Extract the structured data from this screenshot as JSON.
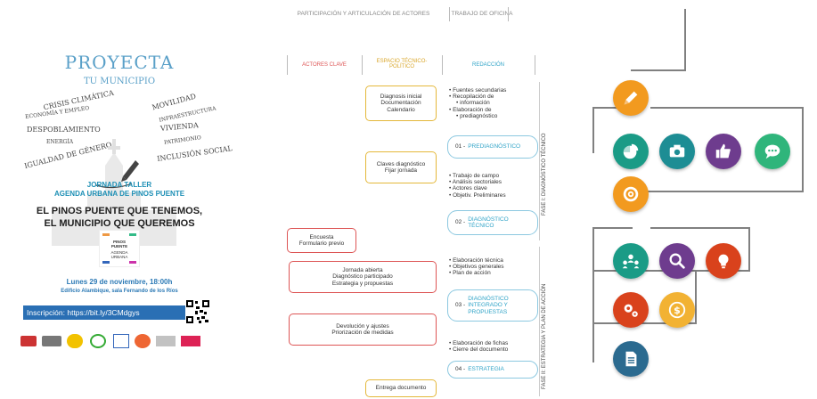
{
  "poster": {
    "title": "PROYECTA",
    "subtitle": "TU MUNICIPIO",
    "words": [
      "CRISIS CLIMÁTICA",
      "ECONOMÍA Y EMPLEO",
      "DESPOBLAMIENTO",
      "MOVILIDAD",
      "INFRAESTRUCTURA",
      "VIVIENDA",
      "PATRIMONIO",
      "IGUALDAD DE GÉNERO",
      "INCLUSIÓN SOCIAL",
      "ENERGÍA"
    ],
    "jornada_line1": "JORNADA TALLER",
    "jornada_line2": "AGENDA URBANA DE PINOS PUENTE",
    "tagline_line1": "EL PINOS PUENTE QUE TENEMOS,",
    "tagline_line2": "EL MUNICIPIO QUE QUEREMOS",
    "logo_line1": "PINOS",
    "logo_line2": "PUENTE",
    "logo_line3": "AGENDA",
    "logo_line4": "URBANA",
    "date": "Lunes 29 de noviembre, 18:00h",
    "venue": "Edificio Alambique, sala Fernando de los Ríos",
    "inscription": "Inscripción: https://bit.ly/3CMdgys",
    "colors": {
      "accent": "#2a6fb4",
      "title": "#5aa0c8"
    }
  },
  "flow": {
    "top_header_left": "PARTICIPACIÓN Y ARTICULACIÓN DE ACTORES",
    "top_header_right": "TRABAJO DE OFICINA",
    "col_actores": "ACTORES CLAVE",
    "col_espacio_line1": "ESPACIO TÉCNICO-",
    "col_espacio_line2": "POLÍTICO",
    "col_redaccion": "REDACCIÓN",
    "boxes": [
      {
        "l1": "Diagnosis inicial",
        "l2": "Documentación",
        "l3": "Calendario"
      },
      {
        "l1": "Claves diagnóstico",
        "l2": "Fijar jornada",
        "l3": ""
      },
      {
        "l1": "Encuesta",
        "l2": "Formulario previo",
        "l3": ""
      },
      {
        "l1": "Jornada abierta",
        "l2": "Diagnóstico participado",
        "l3": "Estrategia y propuestas"
      },
      {
        "l1": "Devolución y ajustes",
        "l2": "Priorización de medidas",
        "l3": ""
      },
      {
        "l1": "Entrega documento",
        "l2": "",
        "l3": ""
      }
    ],
    "bullets": [
      [
        "Fuentes secundarias",
        "Recopilación de",
        "información",
        "Elaboración de",
        "prediagnóstico"
      ],
      [
        "Trabajo de campo",
        "Análisis sectoriales",
        "Actores clave",
        "Objetiv. Preliminares"
      ],
      [
        "Elaboración técnica",
        "Objetivos generales",
        "Plan de acción"
      ],
      [
        "Elaboración de fichas",
        "Cierre del documento"
      ]
    ],
    "pills": [
      {
        "num": "01 -",
        "l1": "PREDIAGNÓSTICO",
        "l2": "",
        "l3": ""
      },
      {
        "num": "02 -",
        "l1": "DIAGNÓSTICO",
        "l2": "TÉCNICO",
        "l3": ""
      },
      {
        "num": "03 -",
        "l1": "DIAGNÓSTICO",
        "l2": "INTEGRADO Y",
        "l3": "PROPUESTAS"
      },
      {
        "num": "04 -",
        "l1": "ESTRATEGIA",
        "l2": "",
        "l3": ""
      }
    ],
    "fase1": "FASE I: DIAGNÓSTICO TÉCNICO",
    "fase2": "FASE II: ESTRATEGIA Y PLAN DE ACCIÓN",
    "colors": {
      "box_border": "#d55555",
      "pill_text": "#2fa3c7"
    }
  },
  "icons": {
    "names": [
      "pencil-icon",
      "pie-chart-icon",
      "camera-icon",
      "thumbs-up-icon",
      "chat-icon",
      "target-icon",
      "people-icon",
      "magnifier-icon",
      "lightbulb-icon",
      "gears-icon",
      "dollar-icon",
      "document-icon"
    ],
    "colors": {
      "orange": "#f29a1f",
      "green": "#1a9b86",
      "teal": "#1d8d94",
      "purple": "#6e3c8e",
      "lightgreen": "#2fb57b",
      "red": "#d9421c",
      "yellow": "#f2b233",
      "blue": "#2b6a8f"
    }
  }
}
